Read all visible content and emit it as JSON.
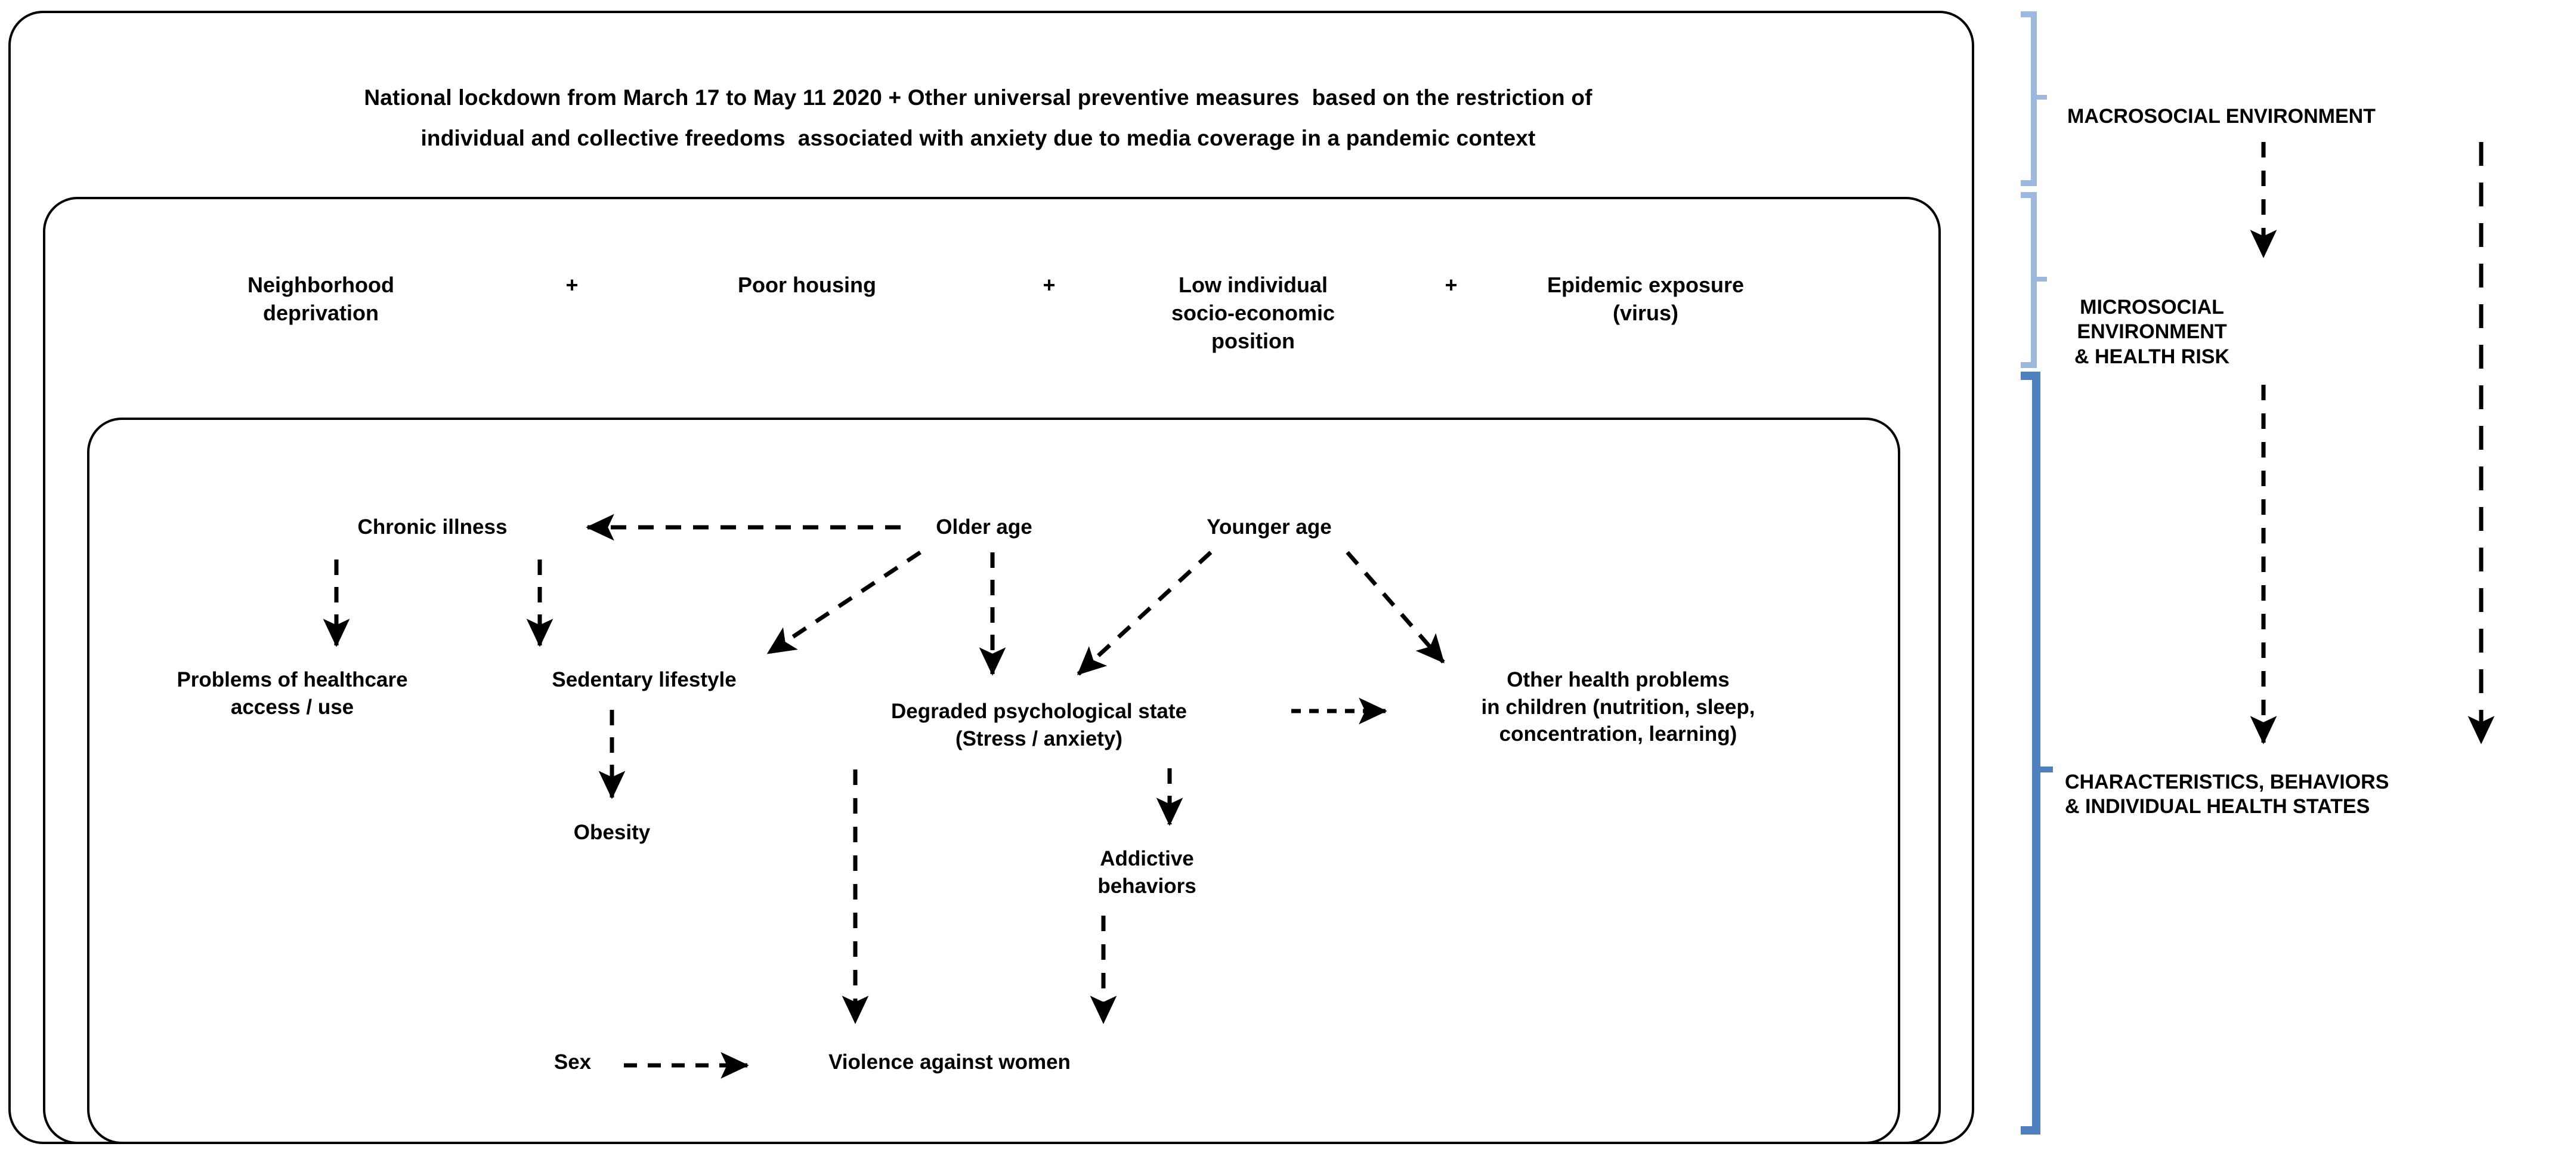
{
  "diagram": {
    "title_not_shown": "",
    "macro_band": {
      "line1": "National lockdown from March 17 to May 11 2020 + Other universal preventive measures  based on the restriction of",
      "line2": "individual and collective freedoms  associated with anxiety due to media coverage in a pandemic context"
    },
    "micro_band": {
      "items": [
        {
          "label": "Neighborhood\ndeprivation"
        },
        {
          "label": "Poor housing"
        },
        {
          "label": "Low individual\nsocio-economic\nposition"
        },
        {
          "label": "Epidemic exposure\n(virus)"
        }
      ],
      "operators": [
        "+",
        "+",
        "+"
      ]
    },
    "individual_band": {
      "nodes": [
        {
          "id": "chronic-illness",
          "label": "Chronic illness"
        },
        {
          "id": "older-age",
          "label": "Older age"
        },
        {
          "id": "younger-age",
          "label": "Younger age"
        },
        {
          "id": "problems-healthcare",
          "label": "Problems of healthcare\naccess / use"
        },
        {
          "id": "sedentary-lifestyle",
          "label": "Sedentary lifestyle"
        },
        {
          "id": "degraded-psych",
          "label": "Degraded psychological state\n(Stress / anxiety)"
        },
        {
          "id": "other-health-children",
          "label": "Other health problems\nin children (nutrition, sleep,\nconcentration, learning)"
        },
        {
          "id": "obesity",
          "label": "Obesity"
        },
        {
          "id": "addictive-behaviors",
          "label": "Addictive\nbehaviors"
        },
        {
          "id": "sex",
          "label": "Sex"
        },
        {
          "id": "violence-women",
          "label": "Violence against women"
        }
      ],
      "edges": [
        {
          "from": "older-age",
          "to": "chronic-illness",
          "style": "dashed-arrow"
        },
        {
          "from": "chronic-illness",
          "to": "problems-healthcare",
          "style": "dashed-arrow"
        },
        {
          "from": "chronic-illness",
          "to": "sedentary-lifestyle",
          "style": "dashed-arrow"
        },
        {
          "from": "older-age",
          "to": "sedentary-lifestyle",
          "style": "dashed-arrow"
        },
        {
          "from": "older-age",
          "to": "degraded-psych",
          "style": "dashed-arrow"
        },
        {
          "from": "younger-age",
          "to": "degraded-psych",
          "style": "dashed-arrow"
        },
        {
          "from": "younger-age",
          "to": "other-health-children",
          "style": "dashed-arrow"
        },
        {
          "from": "degraded-psych",
          "to": "other-health-children",
          "style": "dashed-arrow"
        },
        {
          "from": "sedentary-lifestyle",
          "to": "obesity",
          "style": "dashed-arrow"
        },
        {
          "from": "degraded-psych",
          "to": "addictive-behaviors",
          "style": "dashed-arrow"
        },
        {
          "from": "degraded-psych",
          "to": "violence-women",
          "style": "dashed-arrow"
        },
        {
          "from": "addictive-behaviors",
          "to": "violence-women",
          "style": "dashed-arrow"
        },
        {
          "from": "sex",
          "to": "violence-women",
          "style": "dashed-arrow"
        }
      ]
    },
    "side": {
      "levels": [
        {
          "id": "macrosocial",
          "label": "MACROSOCIAL ENVIRONMENT"
        },
        {
          "id": "microsocial",
          "label": "MICROSOCIAL\nENVIRONMENT\n& HEALTH RISK"
        },
        {
          "id": "individual",
          "label": "CHARACTERISTICS, BEHAVIORS\n& INDIVIDUAL HEALTH STATES"
        }
      ],
      "bracket_colors": [
        "#9db8de",
        "#9db8de",
        "#4e7fbe"
      ],
      "flow_arrows": [
        {
          "from": "macrosocial",
          "to": "microsocial"
        },
        {
          "from": "microsocial",
          "to": "individual"
        },
        {
          "from": "macrosocial",
          "to": "individual"
        }
      ]
    }
  }
}
